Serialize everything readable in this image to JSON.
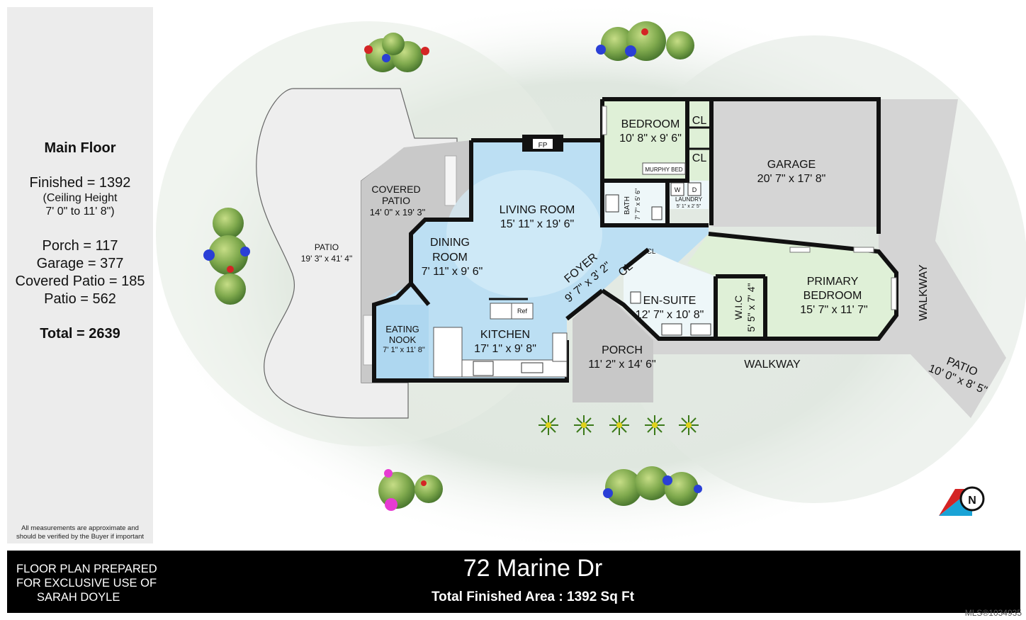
{
  "summary": {
    "title": "Main Floor",
    "finished": "Finished = 1392",
    "ceiling_1": "(Ceiling Height",
    "ceiling_2": "7' 0\" to 11' 8\")",
    "porch": "Porch = 117",
    "garage": "Garage = 377",
    "covered_patio": "Covered Patio = 185",
    "patio": "Patio = 562",
    "total": "Total = 2639",
    "note_1": "All measurements are approximate and",
    "note_2": "should be verified by the Buyer if important"
  },
  "rooms": {
    "bedroom": {
      "name": "BEDROOM",
      "dims": "10' 8\" x 9' 6\""
    },
    "closet": "CL",
    "garage": {
      "name": "GARAGE",
      "dims": "20' 7\" x 17' 8\""
    },
    "fireplace": "FP",
    "murphy_bed": "MURPHY BED",
    "bath": {
      "name": "BATH",
      "dims": "7' 7\" x 5' 6\""
    },
    "washer": "W",
    "dryer": "D",
    "laundry": {
      "name": "LAUNDRY",
      "dims": "5' 1\" x 2' 5\""
    },
    "covered_patio": {
      "name_1": "COVERED",
      "name_2": "PATIO",
      "dims": "14' 0\" x 19' 3\""
    },
    "living_room": {
      "name": "LIVING ROOM",
      "dims": "15' 11\" x 19' 6\""
    },
    "patio": {
      "name": "PATIO",
      "dims": "19' 3\" x 41' 4\""
    },
    "dining_room": {
      "name_1": "DINING",
      "name_2": "ROOM",
      "dims": "7' 11\" x 9' 6\""
    },
    "foyer": {
      "name": "FOYER",
      "dims": "9' 7\" x 3' 2\""
    },
    "cl_1": "CL",
    "cl_2": "CL",
    "ensuite": {
      "name": "EN-SUITE",
      "dims": "12' 7\" x 10' 8\""
    },
    "wic": {
      "name": "W.I.C",
      "dims": "5' 5\" x 7' 4\""
    },
    "primary_bedroom": {
      "name_1": "PRIMARY",
      "name_2": "BEDROOM",
      "dims": "15' 7\" x 11' 7\""
    },
    "walkway_v": "WALKWAY",
    "ref": "Ref",
    "eating_nook": {
      "name_1": "EATING",
      "name_2": "NOOK",
      "dims": "7' 1\" x 11' 8\""
    },
    "kitchen": {
      "name": "KITCHEN",
      "dims": "17' 1\" x 9' 8\""
    },
    "porch": {
      "name": "PORCH",
      "dims": "11' 2\" x 14' 6\""
    },
    "walkway_h": "WALKWAY",
    "patio_small": {
      "name": "PATIO",
      "dims": "10' 0\" x 8' 5\""
    }
  },
  "compass_label": "N",
  "footer": {
    "prepared_1": "FLOOR PLAN PREPARED",
    "prepared_2": "FOR EXCLUSIVE USE OF",
    "prepared_3": "SARAH DOYLE",
    "address": "72 Marine Dr",
    "area": "Total Finished Area : 1392 Sq Ft"
  },
  "mls": "MLS®1034935",
  "colors": {
    "finished_fill": "#bcdff3",
    "bedroom_fill": "#dff0d7",
    "garage_fill": "#d5d5d5",
    "outdoor_fill": "#d9d9d9",
    "wall": "#111111"
  }
}
